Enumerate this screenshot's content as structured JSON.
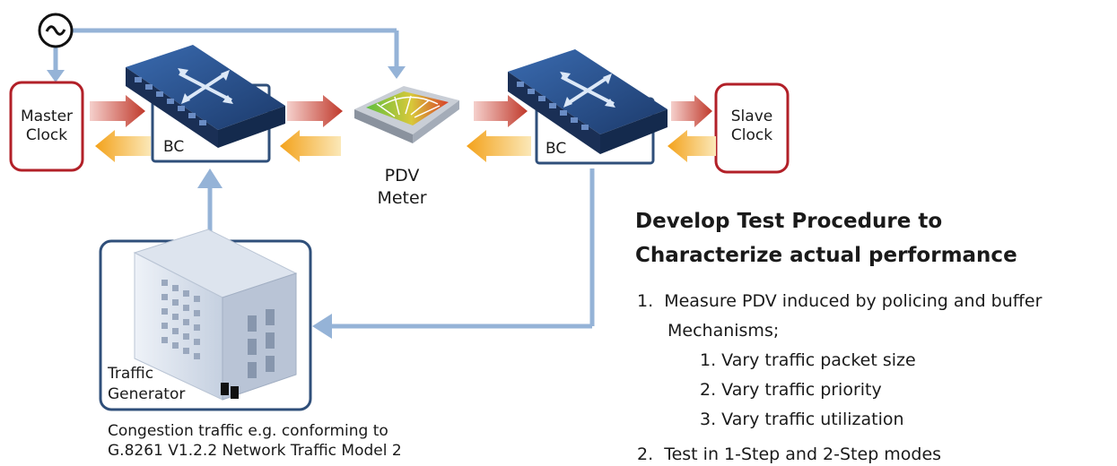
{
  "diagram": {
    "master_clock": [
      "Master",
      "Clock"
    ],
    "slave_clock": [
      "Slave",
      "Clock"
    ],
    "bc_left": "BC",
    "bc_right": "BC",
    "pdv_meter": [
      "PDV",
      "Meter"
    ],
    "traffic_generator": [
      "Traffic",
      "Generator"
    ],
    "caption": [
      "Congestion traffic e.g. conforming to",
      "G.8261 V1.2.2 Network Traffic Model 2"
    ],
    "colors": {
      "clock_border": "#b22028",
      "link_line": "#95b3d7",
      "box_border": "#2f4f7a",
      "arrow_red": "#c0392b",
      "arrow_yellow": "#f3a21b",
      "switch_blue": "#1f3d70"
    },
    "icons": [
      "sine-wave-icon",
      "network-switch-icon",
      "pdv-meter-icon",
      "traffic-generator-icon"
    ]
  },
  "procedure": {
    "title": [
      "Develop Test Procedure to",
      "Characterize actual performance"
    ],
    "item1_line1": "1.  Measure PDV induced by policing and buffer",
    "item1_line2": "Mechanisms;",
    "sub1": "1. Vary traffic packet size",
    "sub2": "2. Vary traffic priority",
    "sub3": "3. Vary traffic utilization",
    "item2": "2.  Test in 1-Step and 2-Step modes"
  }
}
